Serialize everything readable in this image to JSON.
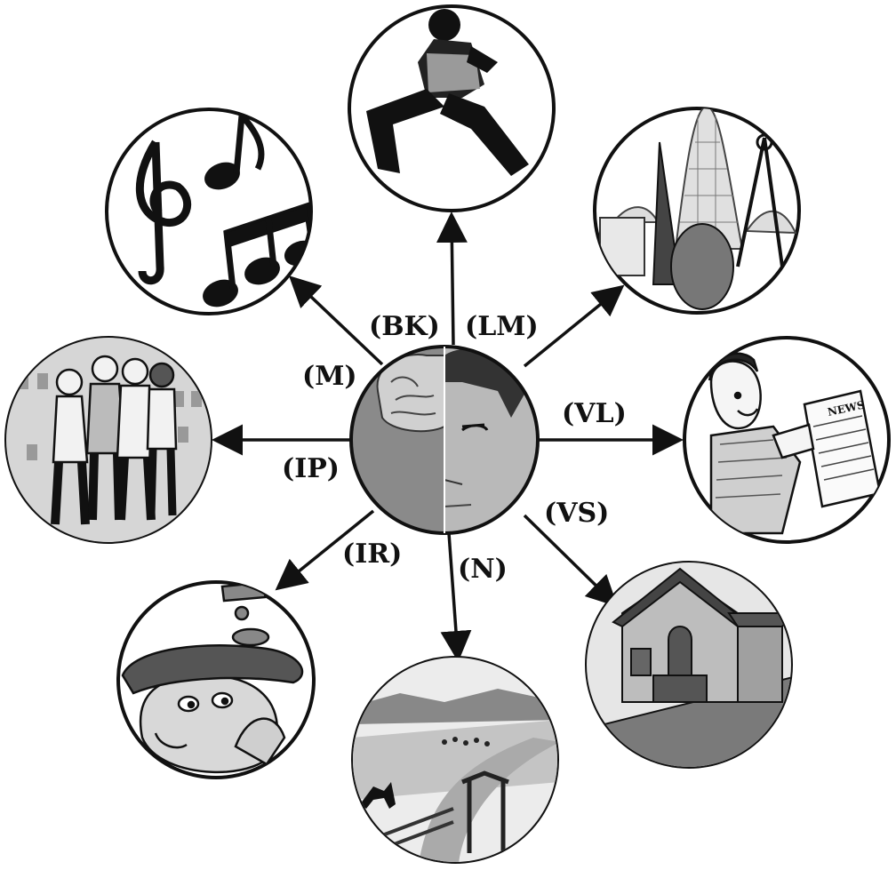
{
  "diagram": {
    "center": {
      "name": "brain-face",
      "colors": {
        "left": "#8a8a8a",
        "right": "#b9b9b9"
      }
    },
    "colors": {
      "line": "#111111",
      "circle_stroke": "#111111",
      "circle_fill": "#ffffff"
    },
    "labels": {
      "bk": "(BK)",
      "lm": "(LM)",
      "m": "(M)",
      "vl": "(VL)",
      "ip": "(IP)",
      "vs": "(VS)",
      "ir": "(IR)",
      "n": "(N)"
    },
    "nodes": [
      {
        "id": "runner",
        "icon": "runner-icon"
      },
      {
        "id": "music",
        "icon": "music-notes-icon"
      },
      {
        "id": "geometry",
        "icon": "geometry-shapes-icon"
      },
      {
        "id": "friends",
        "icon": "group-of-friends-icon"
      },
      {
        "id": "reader",
        "icon": "newspaper-reader-icon"
      },
      {
        "id": "thinker",
        "icon": "thinking-boy-icon"
      },
      {
        "id": "house",
        "icon": "house-icon"
      },
      {
        "id": "landscape",
        "icon": "ranch-landscape-icon"
      }
    ]
  }
}
